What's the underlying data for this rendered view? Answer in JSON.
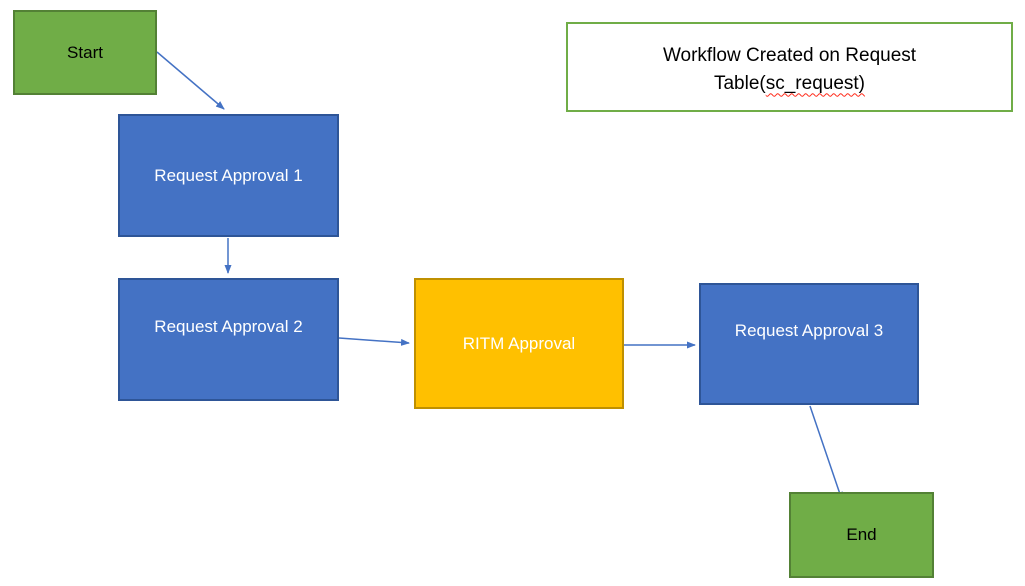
{
  "title_box": {
    "line1": "Workflow Created on Request",
    "line2_prefix": "Table(",
    "line2_flagged": "sc_request)"
  },
  "nodes": {
    "start": {
      "label": "Start",
      "type": "terminator",
      "fill": "#70AD47",
      "border": "#538135",
      "text_color": "#000000"
    },
    "approval1": {
      "label": "Request Approval 1",
      "type": "process",
      "fill": "#4472C4",
      "border": "#2E5597",
      "text_color": "#ffffff"
    },
    "approval2": {
      "label": "Request Approval 2",
      "type": "process",
      "fill": "#4472C4",
      "border": "#2E5597",
      "text_color": "#ffffff"
    },
    "ritm": {
      "label": "RITM Approval",
      "type": "process",
      "fill": "#FFC000",
      "border": "#BF9000",
      "text_color": "#ffffff"
    },
    "approval3": {
      "label": "Request Approval 3",
      "type": "process",
      "fill": "#4472C4",
      "border": "#2E5597",
      "text_color": "#ffffff"
    },
    "end": {
      "label": "End",
      "type": "terminator",
      "fill": "#70AD47",
      "border": "#538135",
      "text_color": "#000000"
    }
  },
  "edges": [
    {
      "from": "start",
      "to": "approval1"
    },
    {
      "from": "approval1",
      "to": "approval2"
    },
    {
      "from": "approval2",
      "to": "ritm"
    },
    {
      "from": "ritm",
      "to": "approval3"
    },
    {
      "from": "approval3",
      "to": "end"
    }
  ],
  "colors": {
    "connector": "#4472C4",
    "title_border": "#70AD47",
    "spellcheck_underline": "#ff2a1a",
    "background": "#ffffff"
  }
}
